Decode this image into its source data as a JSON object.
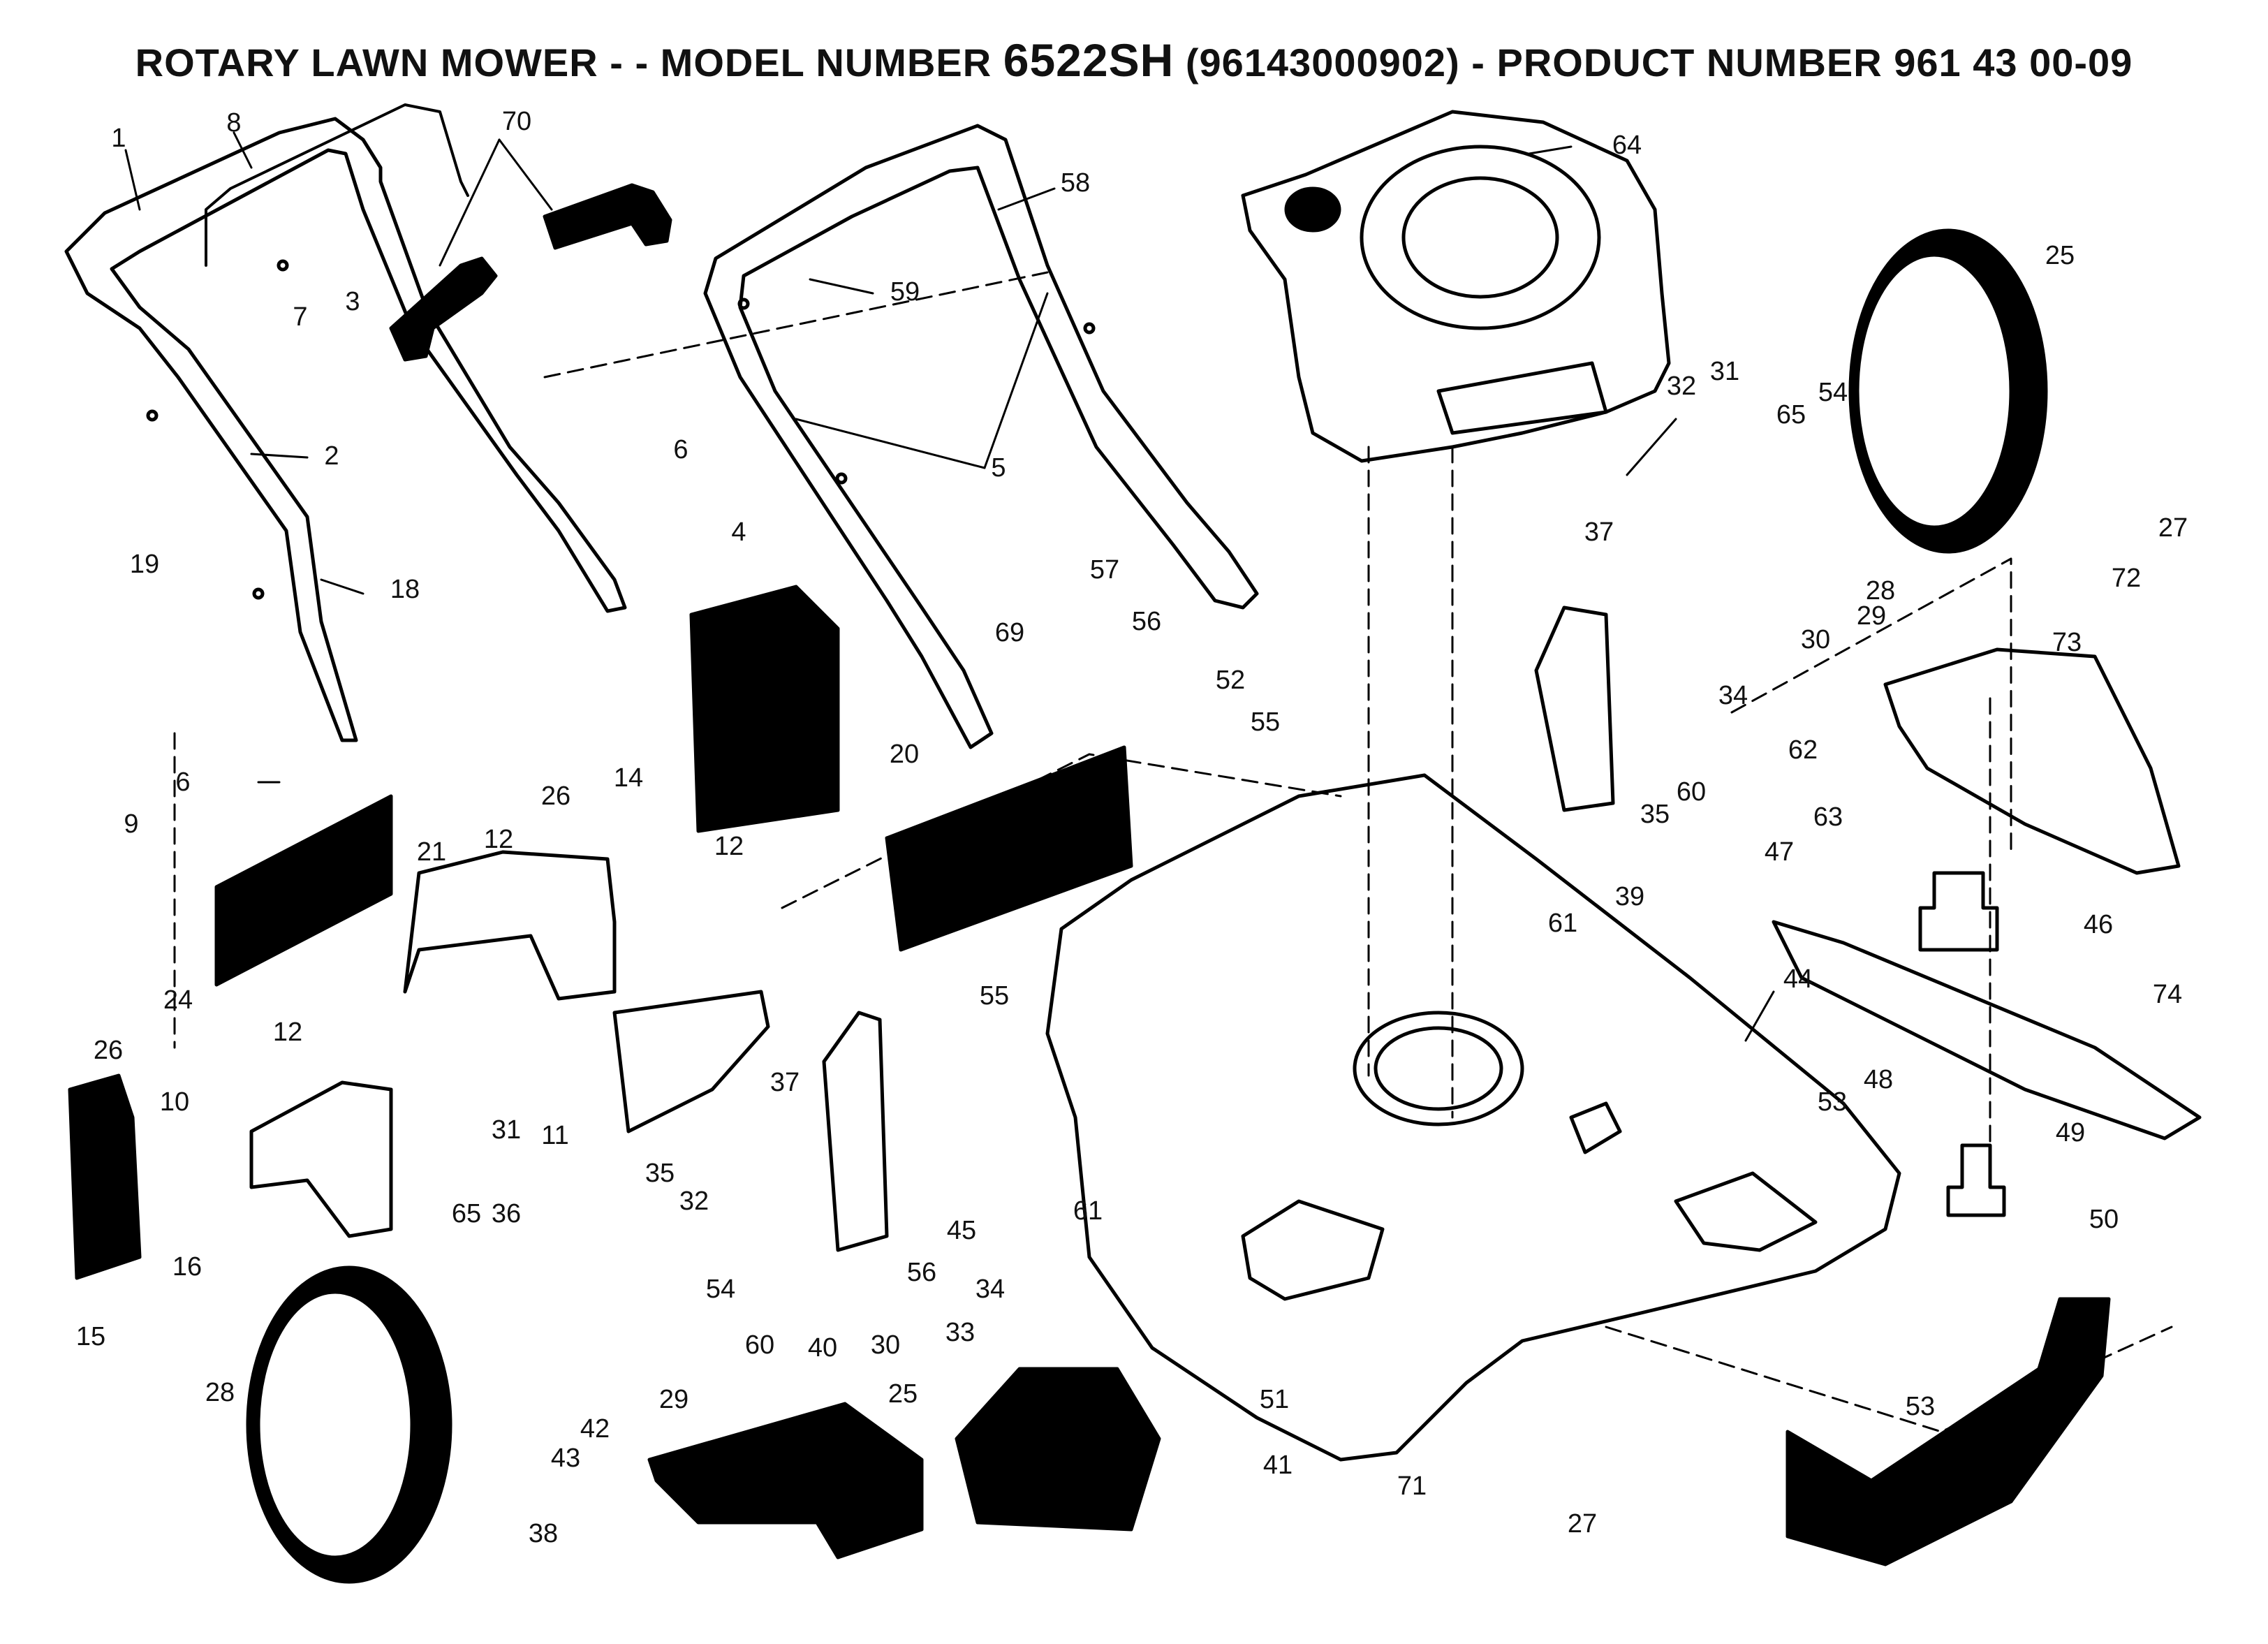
{
  "title": {
    "prefix": "ROTARY LAWN MOWER - - MODEL NUMBER ",
    "model": "6522SH",
    "suffix": " (96143000902) - PRODUCT NUMBER 961 43 00-09"
  },
  "callouts": [
    "1",
    "8",
    "70",
    "58",
    "64",
    "25",
    "7",
    "3",
    "59",
    "2",
    "5",
    "6",
    "32",
    "31",
    "65",
    "54",
    "27",
    "4",
    "19",
    "18",
    "37",
    "57",
    "69",
    "56",
    "72",
    "73",
    "28",
    "29",
    "30",
    "34",
    "6",
    "52",
    "55",
    "20",
    "26",
    "21",
    "9",
    "14",
    "12",
    "12",
    "35",
    "60",
    "62",
    "63",
    "39",
    "47",
    "46",
    "24",
    "26",
    "61",
    "74",
    "44",
    "55",
    "12",
    "11",
    "37",
    "48",
    "53",
    "49",
    "10",
    "31",
    "35",
    "16",
    "15",
    "32",
    "61",
    "45",
    "50",
    "56",
    "54",
    "65",
    "36",
    "34",
    "60",
    "40",
    "30",
    "29",
    "42",
    "33",
    "25",
    "28",
    "43",
    "51",
    "53",
    "41",
    "71",
    "27",
    "38"
  ]
}
